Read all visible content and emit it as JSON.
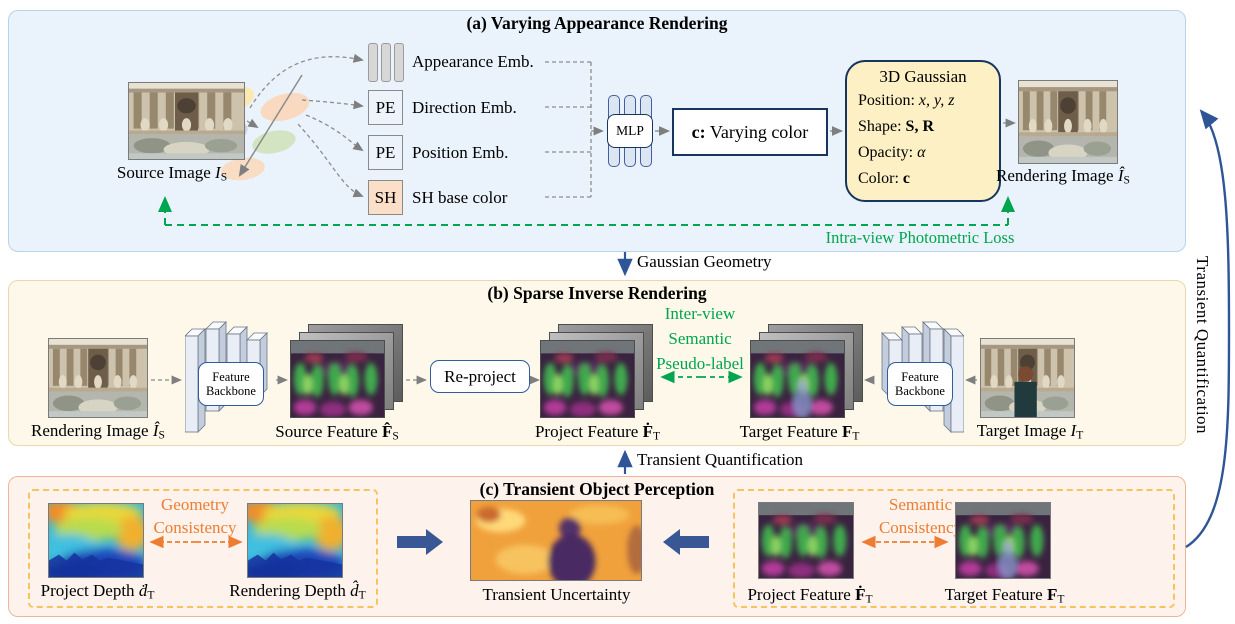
{
  "colors": {
    "green": "#00a550",
    "orange": "#ed7d31",
    "blue": "#2f5597",
    "navy": "#17365d",
    "section_a_bg": "#eaf3fb",
    "section_b_bg": "#fdf8ea",
    "section_c_bg": "#fdf3ec"
  },
  "section_a": {
    "title": "(a) Varying Appearance Rendering",
    "source_image_caption": {
      "prefix": "Source Image ",
      "sym": "I",
      "sub": "S"
    },
    "appearance_emb": "Appearance Emb.",
    "pe_direction": "PE",
    "direction_emb": "Direction Emb.",
    "pe_position": "PE",
    "position_emb": "Position Emb.",
    "sh": "SH",
    "sh_base_color": "SH base color",
    "mlp": "MLP",
    "varying_color": {
      "sym": "c:",
      "rest": " Varying color"
    },
    "gaussian": {
      "title": "3D Gaussian",
      "position_label": "Position: ",
      "position_value": "x, y, z",
      "shape_label": "Shape: ",
      "shape_value": "S, R",
      "opacity_label": "Opacity: ",
      "opacity_value": "α",
      "color_label": "Color: ",
      "color_value": "c"
    },
    "rendering_image_caption": {
      "prefix": "Rendering Image ",
      "sym": "Î",
      "sub": "S"
    },
    "photometric_loss": "Intra-view Photometric Loss"
  },
  "between_ab": "Gaussian Geometry",
  "section_b": {
    "title": "(b) Sparse Inverse Rendering",
    "rendering_image_caption": {
      "prefix": "Rendering Image ",
      "sym": "Î",
      "sub": "S"
    },
    "backbone_line1": "Feature",
    "backbone_line2": "Backbone",
    "source_feature_caption": {
      "prefix": "Source Feature ",
      "sym": "F̂",
      "sub": "S"
    },
    "reproject": "Re-project",
    "project_feature_caption": {
      "prefix": "Project Feature ",
      "sym": "Ḟ",
      "sub": "T"
    },
    "pseudo_label": [
      "Inter-view",
      "Semantic",
      "Pseudo-label"
    ],
    "target_feature_caption": {
      "prefix": "Target Feature ",
      "sym": "F",
      "sub": "T"
    },
    "target_image_caption": {
      "prefix": "Target Image ",
      "sym": "I",
      "sub": "T"
    }
  },
  "between_bc": "Transient Quantification",
  "section_c": {
    "title": "(c) Transient Object Perception",
    "project_depth_caption": {
      "prefix": "Project Depth ",
      "sym": "ḋ",
      "sub": "T"
    },
    "rendering_depth_caption": {
      "prefix": "Rendering Depth ",
      "sym": "d̂",
      "sub": "T"
    },
    "geometry_consistency": [
      "Geometry",
      "Consistency"
    ],
    "transient_uncertainty": "Transient Uncertainty",
    "project_feature_caption": {
      "prefix": "Project Feature ",
      "sym": "Ḟ",
      "sub": "T"
    },
    "semantic_consistency": [
      "Semantic",
      "Consistency"
    ],
    "target_feature_caption": {
      "prefix": "Target Feature ",
      "sym": "F",
      "sub": "T"
    }
  },
  "right_rail": "Transient Quantification"
}
